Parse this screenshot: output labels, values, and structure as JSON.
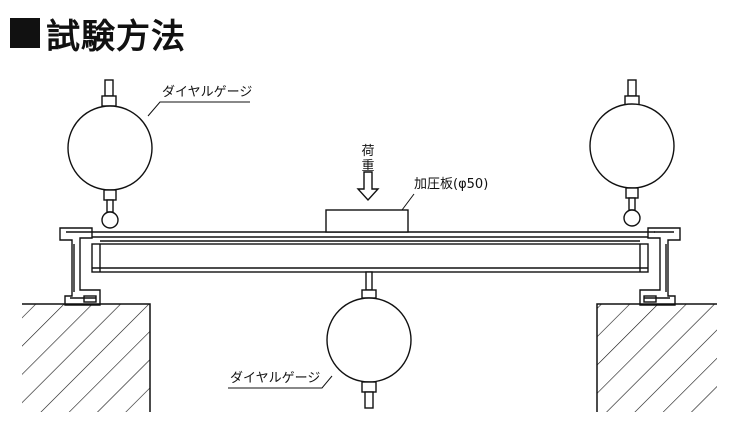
{
  "page": {
    "title": "試験方法"
  },
  "labels": {
    "gauge_top": "ダイヤルゲージ",
    "gauge_bottom": "ダイヤルゲージ",
    "load_line1": "荷",
    "load_line2": "重",
    "pressure_plate": "加圧板(φ50)"
  }
}
